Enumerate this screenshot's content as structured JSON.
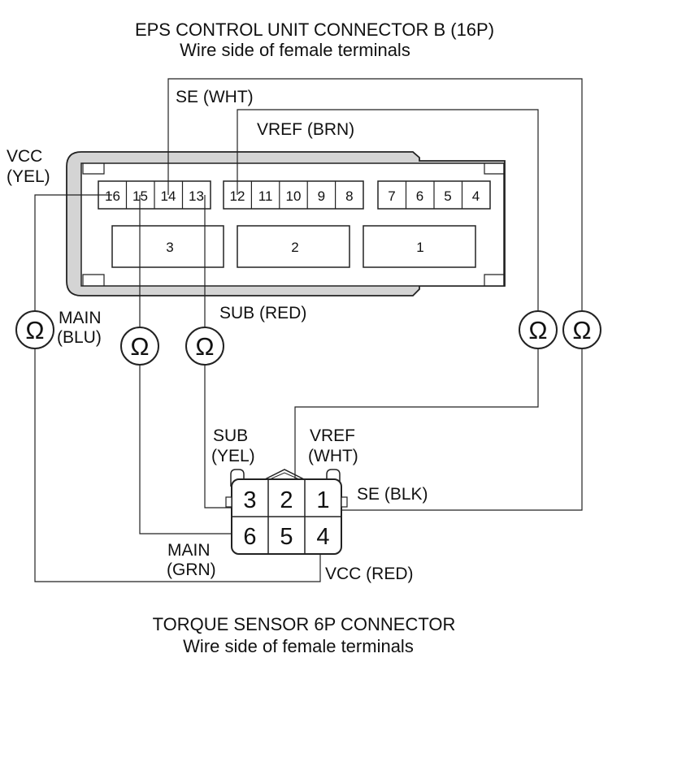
{
  "ecu_connector": {
    "title": "EPS CONTROL UNIT CONNECTOR B (16P)",
    "subtitle": "Wire side of female terminals",
    "pins_left": [
      "16",
      "15",
      "14",
      "13"
    ],
    "pins_mid": [
      "12",
      "11",
      "10",
      "9",
      "8"
    ],
    "pins_right": [
      "7",
      "6",
      "5",
      "4"
    ],
    "cavities": [
      "3",
      "2",
      "1"
    ]
  },
  "torque_connector": {
    "title": "TORQUE SENSOR 6P CONNECTOR",
    "subtitle": "Wire side of female terminals",
    "pins_top": [
      "3",
      "2",
      "1"
    ],
    "pins_bottom": [
      "6",
      "5",
      "4"
    ]
  },
  "wire_labels": {
    "vcc_yel_1": "VCC",
    "vcc_yel_2": "(YEL)",
    "se_wht": "SE (WHT)",
    "vref_brn": "VREF (BRN)",
    "main_blu_1": "MAIN",
    "main_blu_2": "(BLU)",
    "sub_red": "SUB (RED)",
    "sub_yel_1": "SUB",
    "sub_yel_2": "(YEL)",
    "vref_wht_1": "VREF",
    "vref_wht_2": "(WHT)",
    "se_blk": "SE (BLK)",
    "main_grn_1": "MAIN",
    "main_grn_2": "(GRN)",
    "vcc_red": "VCC (RED)"
  },
  "ohmmeter_symbol": "Ω"
}
